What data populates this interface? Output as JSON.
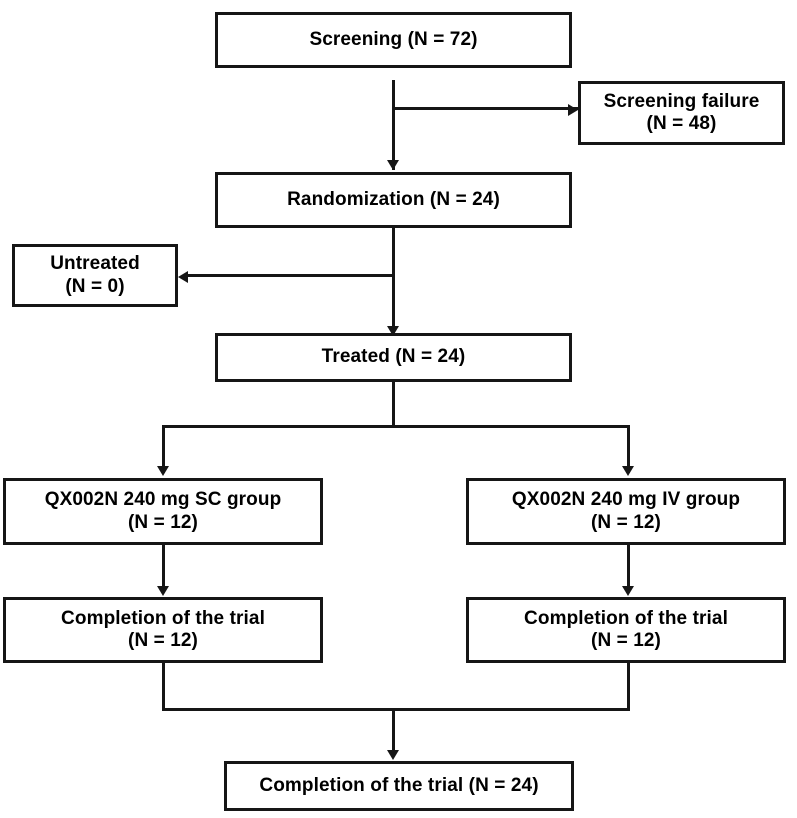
{
  "diagram": {
    "title": "Clinical trial participant flow diagram",
    "type": "flowchart",
    "colors": {
      "stroke": "#161616",
      "fill": "#ffffff",
      "text": "#000000"
    },
    "nodes": [
      {
        "id": "screening",
        "label": "Screening (N = 72)",
        "count": 72
      },
      {
        "id": "screening-failure",
        "label": "Screening failure\n(N = 48)",
        "count": 48
      },
      {
        "id": "randomization",
        "label": "Randomization (N = 24)",
        "count": 24
      },
      {
        "id": "untreated",
        "label": "Untreated\n(N = 0)",
        "count": 0
      },
      {
        "id": "treated",
        "label": "Treated (N = 24)",
        "count": 24
      },
      {
        "id": "sc-group",
        "label": "QX002N 240 mg SC group\n(N = 12)",
        "count": 12
      },
      {
        "id": "iv-group",
        "label": "QX002N 240 mg IV group\n(N = 12)",
        "count": 12
      },
      {
        "id": "sc-completion",
        "label": "Completion of the trial\n(N = 12)",
        "count": 12
      },
      {
        "id": "iv-completion",
        "label": "Completion of the trial\n(N = 12)",
        "count": 12
      },
      {
        "id": "total-completion",
        "label": "Completion of the trial (N = 24)",
        "count": 24
      }
    ]
  }
}
